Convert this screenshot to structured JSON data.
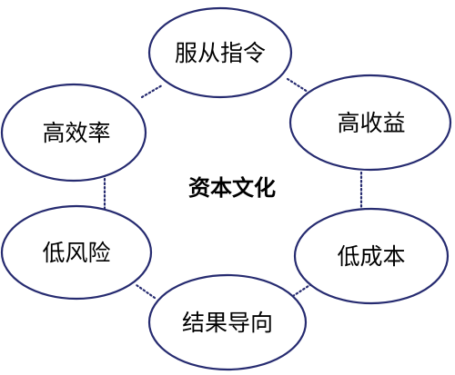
{
  "diagram": {
    "center": "资本文化",
    "nodes": [
      {
        "label": "服从指令"
      },
      {
        "label": "高收益"
      },
      {
        "label": "低成本"
      },
      {
        "label": "结果导向"
      },
      {
        "label": "低风险"
      },
      {
        "label": "高效率"
      }
    ],
    "colors": {
      "stroke": "#262b70",
      "fill": "#ffffff",
      "text": "#000000"
    }
  }
}
